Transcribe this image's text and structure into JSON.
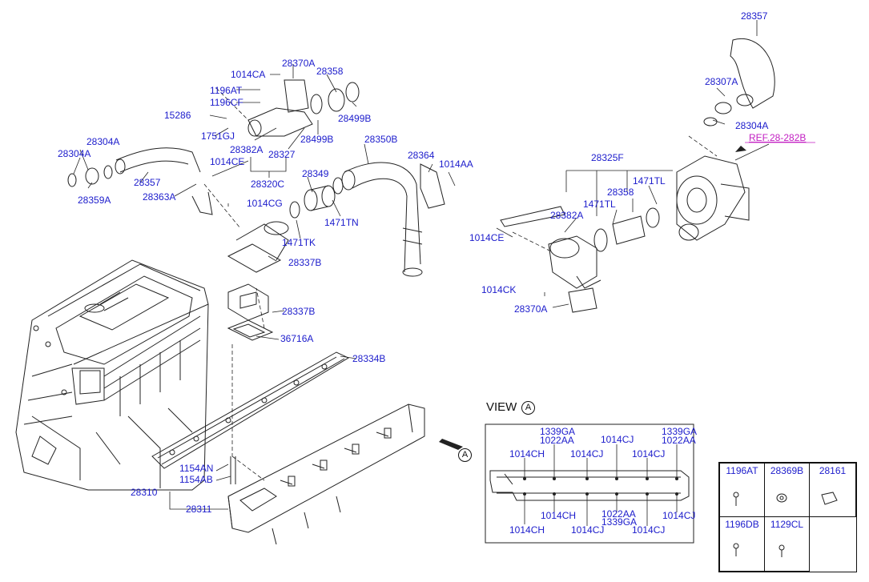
{
  "labels": {
    "l28357_top": "28357",
    "l28307A": "28307A",
    "l28304A_r": "28304A",
    "ref": "REF.28-282B",
    "l1014CA": "1014CA",
    "l28370A_top": "28370A",
    "l28358_top": "28358",
    "l1196AT": "1196AT",
    "l1196CF": "1196CF",
    "l15286": "15286",
    "l28499B_a": "28499B",
    "l1751GJ": "1751GJ",
    "l28499B_b": "28499B",
    "l28382A_top": "28382A",
    "l28327": "28327",
    "l28304A_1": "28304A",
    "l28304A_2": "28304A",
    "l28350B": "28350B",
    "l28364": "28364",
    "l1014AA": "1014AA",
    "l1014CE_top": "1014CE",
    "l28320C": "28320C",
    "l28357_mid": "28357",
    "l28349": "28349",
    "l28363A": "28363A",
    "l1014CG": "1014CG",
    "l28359A": "28359A",
    "l1471TN": "1471TN",
    "l1471TK": "1471TK",
    "l28337B_a": "28337B",
    "l28325F": "28325F",
    "l1471TL_a": "1471TL",
    "l1471TL_b": "1471TL",
    "l28358_r": "28358",
    "l28382A_r": "28382A",
    "l1014CE_r": "1014CE",
    "l1014CK": "1014CK",
    "l28370A_r": "28370A",
    "l28337B_b": "28337B",
    "l36716A": "36716A",
    "l28334B": "28334B",
    "l1154AN": "1154AN",
    "l1154AB": "1154AB",
    "l28310": "28310",
    "l28311": "28311"
  },
  "view": {
    "title": "VIEW",
    "marker": "A",
    "arrow_marker": "A",
    "labels": {
      "v1339GA_l": "1339GA",
      "v1022AA_l": "1022AA",
      "v1339GA_r": "1339GA",
      "v1022AA_r": "1022AA",
      "v1014CJ_t1": "1014CJ",
      "v1014CH_t": "1014CH",
      "v1014CJ_t2": "1014CJ",
      "v1014CJ_t3": "1014CJ",
      "v1014CH_b1": "1014CH",
      "v1022AA_b": "1022AA",
      "v1339GA_b": "1339GA",
      "v1014CJ_b1": "1014CJ",
      "v1014CH_b2": "1014CH",
      "v1014CJ_b2": "1014CJ",
      "v1014CJ_b3": "1014CJ"
    }
  },
  "parts_table": {
    "row1": [
      "1196AT",
      "28369B",
      "28161"
    ],
    "row2": [
      "1196DB",
      "1129CL"
    ]
  },
  "colors": {
    "label": "#1c1ccc",
    "ref": "#c21ec2",
    "line": "#222222"
  }
}
